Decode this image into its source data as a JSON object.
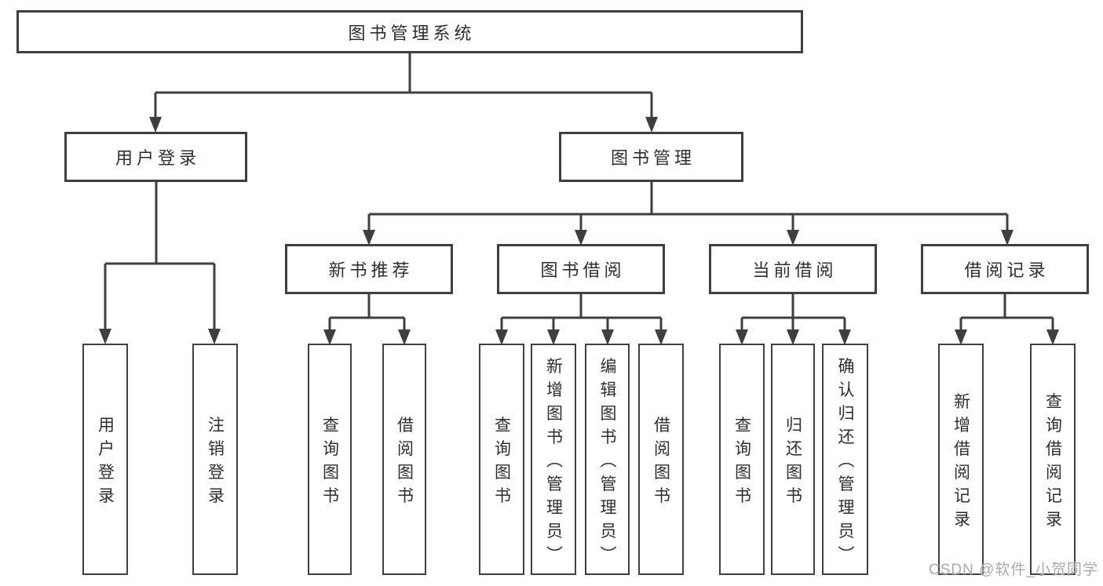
{
  "diagram": {
    "title": "图书管理系统",
    "branches": [
      {
        "label": "用户登录",
        "children": [
          {
            "label": "用户登录"
          },
          {
            "label": "注销登录"
          }
        ]
      },
      {
        "label": "图书管理",
        "children": [
          {
            "label": "新书推荐",
            "children": [
              {
                "label": "查询图书"
              },
              {
                "label": "借阅图书"
              }
            ]
          },
          {
            "label": "图书借阅",
            "children": [
              {
                "label": "查询图书"
              },
              {
                "label": "新增图书（管理员）"
              },
              {
                "label": "编辑图书（管理员）"
              },
              {
                "label": "借阅图书"
              }
            ]
          },
          {
            "label": "当前借阅",
            "children": [
              {
                "label": "查询图书"
              },
              {
                "label": "归还图书"
              },
              {
                "label": "确认归还（管理员）"
              }
            ]
          },
          {
            "label": "借阅记录",
            "children": [
              {
                "label": "新增借阅记录"
              },
              {
                "label": "查询借阅记录"
              }
            ]
          }
        ]
      }
    ]
  },
  "watermark": {
    "text": "CSDN @软件_小贺同学"
  },
  "colors": {
    "line": "#3f3f3f",
    "text": "#2e2e2e",
    "watermark": "#a9a9a9",
    "background": "#ffffff"
  }
}
